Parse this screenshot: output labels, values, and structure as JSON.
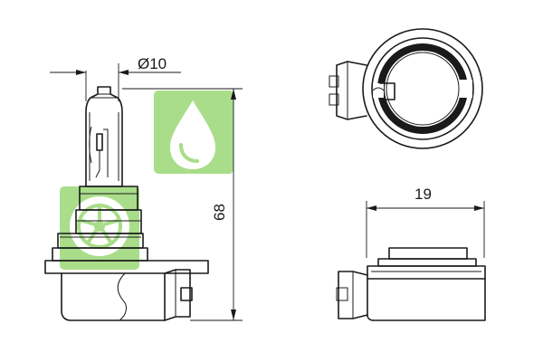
{
  "dimensions": {
    "diameter": "Ø10",
    "height": "68",
    "width": "19"
  },
  "colors": {
    "line": "#1a1a1a",
    "watermark": "#a9dd8a",
    "background": "#ffffff"
  },
  "watermarks": [
    "water-drop-icon",
    "wheel-icon"
  ]
}
